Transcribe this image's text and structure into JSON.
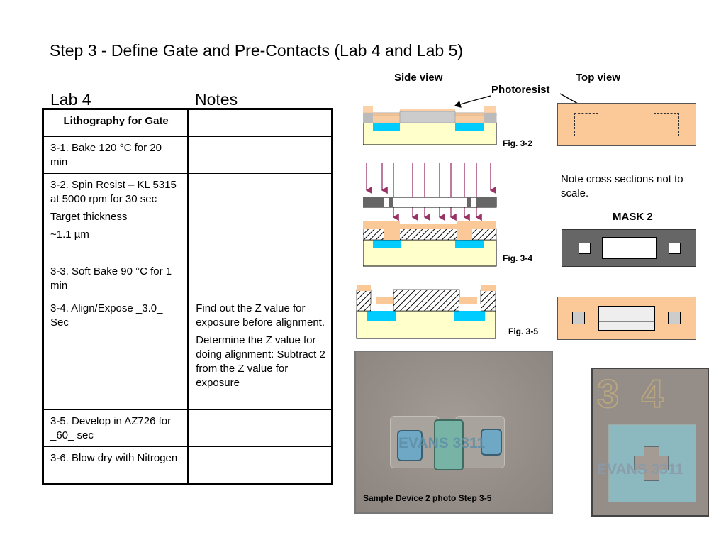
{
  "title": "Step 3 - Define Gate and Pre-Contacts (Lab 4 and Lab 5)",
  "table": {
    "col1_header": "Lab 4",
    "col2_header": "Notes",
    "rows": [
      {
        "step": "Lithography for Gate",
        "step_extra": [
          "",
          ""
        ],
        "notes": ""
      },
      {
        "step": "3-1. Bake 120 °C for 20 min",
        "step_extra": [
          "",
          ""
        ],
        "notes": ""
      },
      {
        "step": "3-2. Spin Resist – KL 5315 at 5000 rpm for 30 sec",
        "step_extra": [
          "Target thickness",
          "~1.1 µm"
        ],
        "notes": ""
      },
      {
        "step": "3-3. Soft Bake 90 °C for 1 min",
        "step_extra": [
          "",
          ""
        ],
        "notes": ""
      },
      {
        "step": "3-4. Align/Expose _3.0_ Sec",
        "step_extra": [
          "",
          ""
        ],
        "notes": "Find out the Z value for exposure before alignment.",
        "notes_extra": "Determine the Z value for doing alignment: Subtract 2 from the Z value for exposure"
      },
      {
        "step": "3-5. Develop in AZ726 for _60_ sec",
        "step_extra": [
          "",
          ""
        ],
        "notes": ""
      },
      {
        "step": "3-6. Blow dry with Nitrogen",
        "step_extra": [
          "",
          ""
        ],
        "notes": ""
      }
    ]
  },
  "figures": {
    "side_view": "Side view",
    "top_view": "Top view",
    "photoresist": "Photoresist",
    "fig_3_2": "Fig. 3-2",
    "fig_3_4": "Fig. 3-4",
    "fig_3_5": "Fig. 3-5",
    "note": "Note cross sections not to scale.",
    "mask": "MASK 2",
    "photo_caption": "Sample Device 2 photo Step 3-5",
    "photo_text_1": "EVANS 3311",
    "photo_text_2": "EVANS 3311",
    "photo_digits": "3 4"
  },
  "colors": {
    "photoresist": "#fbc998",
    "substrate": "#ffffcc",
    "implant": "#00ccff",
    "mask_gray": "#666666",
    "arrow": "#993366"
  }
}
